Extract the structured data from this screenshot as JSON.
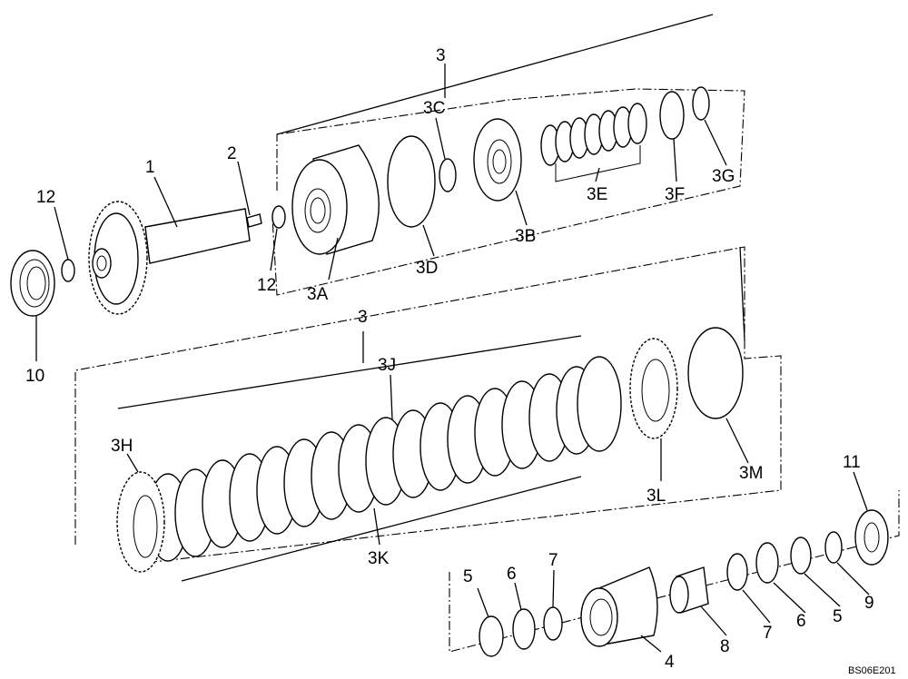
{
  "diagram": {
    "labels": {
      "p1": "1",
      "p2": "2",
      "p3_top": "3",
      "p3c": "3C",
      "p12_left": "12",
      "p12_mid": "12",
      "p10": "10",
      "p3a": "3A",
      "p3d": "3D",
      "p3b": "3B",
      "p3e": "3E",
      "p3f": "3F",
      "p3g": "3G",
      "p3_mid": "3",
      "p3j": "3J",
      "p3h": "3H",
      "p3k": "3K",
      "p3l": "3L",
      "p3m": "3M",
      "p11": "11",
      "p5_left": "5",
      "p6_left": "6",
      "p7_left": "7",
      "p4": "4",
      "p8": "8",
      "p7_right": "7",
      "p6_right": "6",
      "p5_right": "5",
      "p9": "9"
    },
    "code": "BS06E201"
  }
}
